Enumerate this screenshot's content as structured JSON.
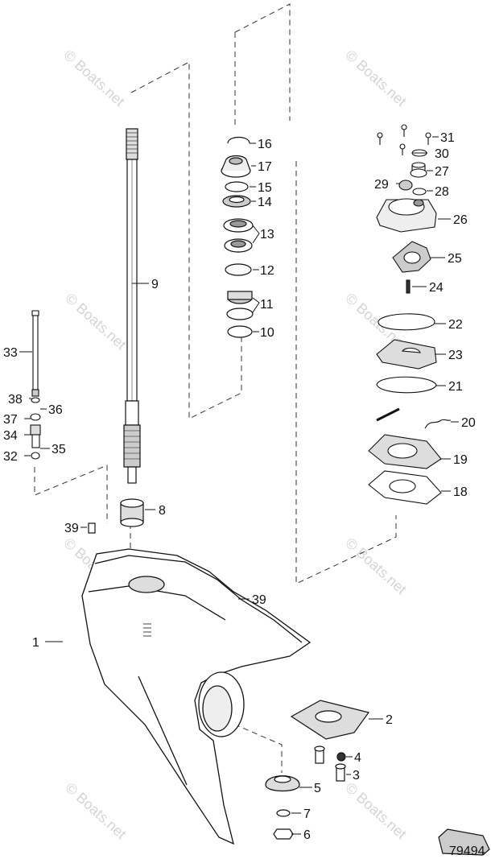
{
  "watermark": "© Boats.net",
  "drawing_number": "79494",
  "callouts": [
    "1",
    "2",
    "3",
    "4",
    "5",
    "6",
    "7",
    "8",
    "9",
    "10",
    "11",
    "12",
    "13",
    "14",
    "15",
    "16",
    "17",
    "18",
    "19",
    "20",
    "21",
    "22",
    "23",
    "24",
    "25",
    "26",
    "27",
    "28",
    "29",
    "30",
    "31",
    "32",
    "33",
    "34",
    "35",
    "36",
    "37",
    "38",
    "39",
    "39"
  ]
}
